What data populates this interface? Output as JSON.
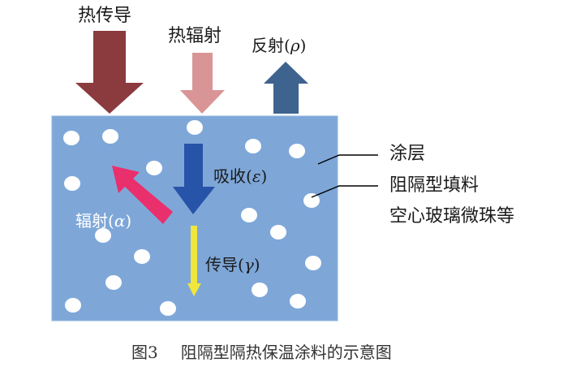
{
  "colors": {
    "coating": "#7ea7d8",
    "coating_border": "#8db3e0",
    "conduction_arrow": "#8b3a3e",
    "radiation_in_arrow": "#d99595",
    "reflection_arrow": "#3f638f",
    "absorption_arrow": "#2753a8",
    "emission_arrow": "#e9306d",
    "conduction_inner_arrow": "#f0e63c",
    "bead": "#ffffff"
  },
  "labels": {
    "heat_conduction": "热传导",
    "heat_radiation": "热辐射",
    "reflection": "反射",
    "reflection_symbol": "ρ",
    "absorption": "吸收",
    "absorption_symbol": "ε",
    "emission": "辐射",
    "emission_symbol": "α",
    "conduction": "传导",
    "conduction_symbol": "γ",
    "coating": "涂层",
    "filler_line1": "阻隔型填料",
    "filler_line2": "空心玻璃微珠等"
  },
  "caption": {
    "number": "图3",
    "text": "阻隔型隔热保温涂料的示意图"
  }
}
